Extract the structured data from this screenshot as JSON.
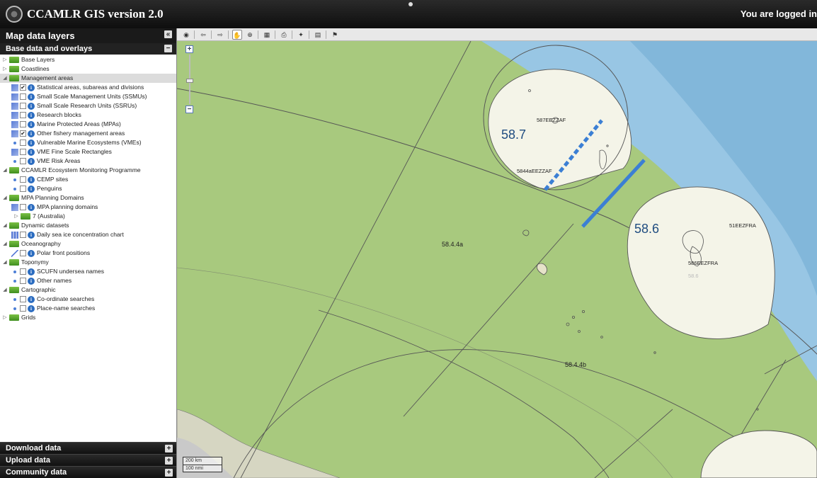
{
  "header": {
    "title": "CCAMLR GIS version 2.0",
    "login_text": "You are logged in"
  },
  "panel": {
    "title": "Map data layers",
    "collapse_glyph": "«",
    "section": "Base data and overlays",
    "section_toggle": "−",
    "footer": [
      {
        "label": "Download data",
        "toggle": "+"
      },
      {
        "label": "Upload data",
        "toggle": "+"
      },
      {
        "label": "Community data",
        "toggle": "+"
      }
    ]
  },
  "tree": [
    {
      "label": "Base Layers",
      "type": "folder",
      "expanded": false,
      "indent": 0
    },
    {
      "label": "Coastlines",
      "type": "folder",
      "expanded": false,
      "indent": 0
    },
    {
      "label": "Management areas",
      "type": "folder",
      "expanded": true,
      "indent": 0,
      "selected": true
    },
    {
      "label": "Statistical areas, subareas and divisions",
      "type": "layer",
      "icon": "poly",
      "checked": true,
      "indent": 1
    },
    {
      "label": "Small Scale Management Units (SSMUs)",
      "type": "layer",
      "icon": "poly",
      "checked": false,
      "indent": 1
    },
    {
      "label": "Small Scale Research Units (SSRUs)",
      "type": "layer",
      "icon": "poly",
      "checked": false,
      "indent": 1
    },
    {
      "label": "Research blocks",
      "type": "layer",
      "icon": "poly",
      "checked": false,
      "indent": 1
    },
    {
      "label": "Marine Protected Areas (MPAs)",
      "type": "layer",
      "icon": "poly",
      "checked": false,
      "indent": 1
    },
    {
      "label": "Other fishery management areas",
      "type": "layer",
      "icon": "poly",
      "checked": true,
      "indent": 1
    },
    {
      "label": "Vulnerable Marine Ecosystems (VMEs)",
      "type": "layer",
      "icon": "dot",
      "checked": false,
      "indent": 1
    },
    {
      "label": "VME Fine Scale Rectangles",
      "type": "layer",
      "icon": "poly",
      "checked": false,
      "indent": 1
    },
    {
      "label": "VME Risk Areas",
      "type": "layer",
      "icon": "dot",
      "checked": false,
      "indent": 1
    },
    {
      "label": "CCAMLR Ecosystem Monitoring Programme",
      "type": "folder",
      "expanded": true,
      "indent": 0
    },
    {
      "label": "CEMP sites",
      "type": "layer",
      "icon": "dot",
      "checked": false,
      "indent": 1
    },
    {
      "label": "Penguins",
      "type": "layer",
      "icon": "dot",
      "checked": false,
      "indent": 1
    },
    {
      "label": "MPA Planning Domains",
      "type": "folder",
      "expanded": true,
      "indent": 0
    },
    {
      "label": "MPA planning domains",
      "type": "layer",
      "icon": "poly",
      "checked": false,
      "indent": 1
    },
    {
      "label": "7 (Australia)",
      "type": "folder",
      "expanded": false,
      "indent": 1
    },
    {
      "label": "Dynamic datasets",
      "type": "folder",
      "expanded": true,
      "indent": 0
    },
    {
      "label": "Daily sea ice concentration chart",
      "type": "layer",
      "icon": "grid",
      "checked": false,
      "indent": 1
    },
    {
      "label": "Oceanography",
      "type": "folder",
      "expanded": true,
      "indent": 0
    },
    {
      "label": "Polar front positions",
      "type": "layer",
      "icon": "line",
      "checked": false,
      "indent": 1
    },
    {
      "label": "Toponymy",
      "type": "folder",
      "expanded": true,
      "indent": 0
    },
    {
      "label": "SCUFN undersea names",
      "type": "layer",
      "icon": "dot",
      "checked": false,
      "indent": 1
    },
    {
      "label": "Other names",
      "type": "layer",
      "icon": "dot",
      "checked": false,
      "indent": 1
    },
    {
      "label": "Cartographic",
      "type": "folder",
      "expanded": true,
      "indent": 0
    },
    {
      "label": "Co-ordinate searches",
      "type": "layer",
      "icon": "dot",
      "checked": false,
      "indent": 1
    },
    {
      "label": "Place-name searches",
      "type": "layer",
      "icon": "dot",
      "checked": false,
      "indent": 1
    },
    {
      "label": "Grids",
      "type": "folder",
      "expanded": false,
      "indent": 0
    }
  ],
  "toolbar": {
    "buttons": [
      "globe-icon",
      "sep",
      "back-arrow-icon",
      "sep",
      "forward-arrow-icon",
      "sep",
      "pan-hand-icon",
      "zoom-box-icon",
      "sep",
      "measure-icon",
      "sep",
      "print-icon",
      "sep",
      "pin-icon",
      "sep",
      "legend-icon",
      "sep",
      "flag-icon"
    ]
  },
  "map": {
    "zoom_in": "+",
    "zoom_out": "−",
    "scale_km": "200 km",
    "scale_nmi": "100 nmi",
    "labels": {
      "area_587": "58.7",
      "area_586": "58.6",
      "area_5844a": "58.4.4a",
      "area_5844b": "58.4.4b",
      "eez_587": "587EEZZAF",
      "eez_5844a": "5844aEEZZAF",
      "eez_51": "51EEZFRA",
      "eez_586": "586EEZFRA",
      "faint_586": "58.6"
    },
    "colors": {
      "land": "#a8c97e",
      "ocean": "#7fb6df",
      "eez": "#f4f4e8",
      "boundary": "#555555",
      "highlight": "#3b7fd4"
    }
  }
}
